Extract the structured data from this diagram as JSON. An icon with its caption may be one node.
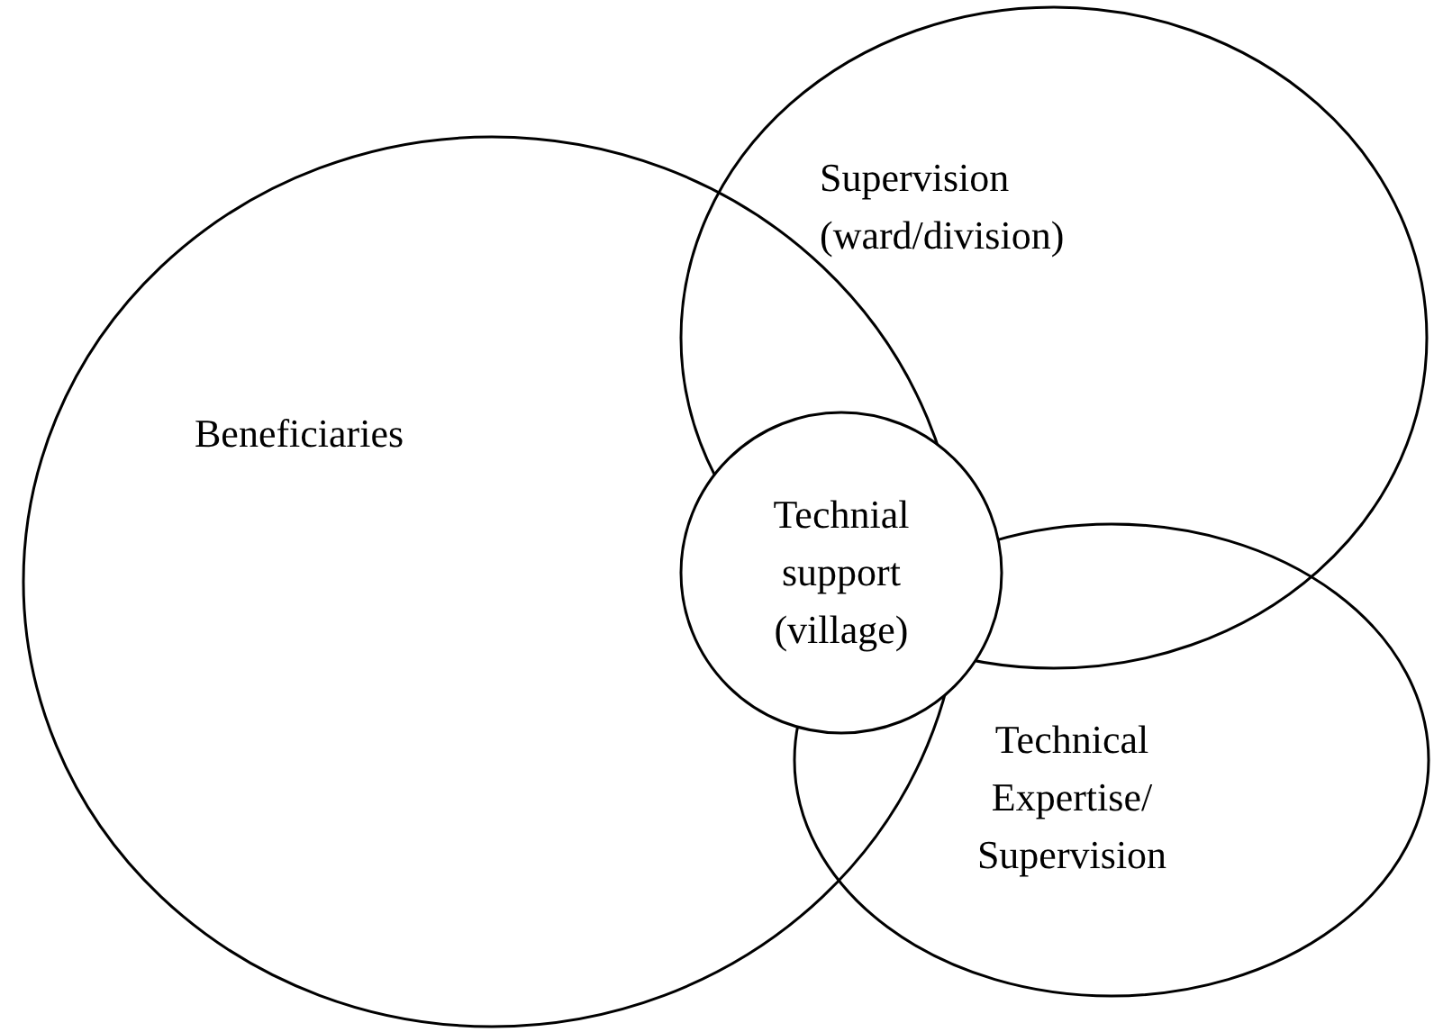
{
  "diagram": {
    "nodes": [
      {
        "text": [
          "Beneficiaries"
        ]
      },
      {
        "text": [
          "Supervision (ward/division)"
        ]
      },
      {
        "text": [
          "Technical Expertise/ Supervision"
        ]
      },
      {
        "text": [
          "Technial support (village)"
        ]
      }
    ]
  }
}
